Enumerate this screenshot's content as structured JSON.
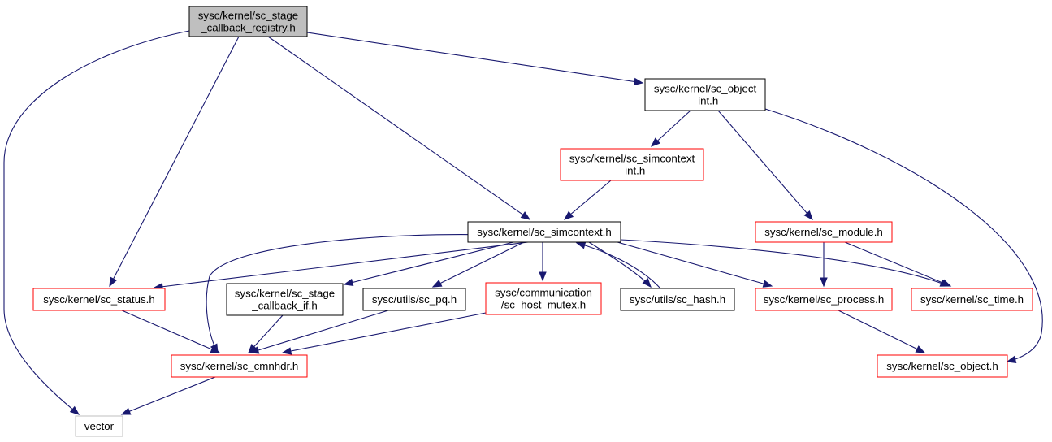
{
  "nodes": [
    {
      "id": "root",
      "lines": [
        "sysc/kernel/sc_stage",
        "_callback_registry.h"
      ],
      "style": "root"
    },
    {
      "id": "object_int",
      "lines": [
        "sysc/kernel/sc_object",
        "_int.h"
      ],
      "style": "black"
    },
    {
      "id": "simcontext_int",
      "lines": [
        "sysc/kernel/sc_simcontext",
        "_int.h"
      ],
      "style": "red"
    },
    {
      "id": "simcontext",
      "lines": [
        "sysc/kernel/sc_simcontext.h"
      ],
      "style": "black"
    },
    {
      "id": "module",
      "lines": [
        "sysc/kernel/sc_module.h"
      ],
      "style": "red"
    },
    {
      "id": "status",
      "lines": [
        "sysc/kernel/sc_status.h"
      ],
      "style": "red"
    },
    {
      "id": "callback_if",
      "lines": [
        "sysc/kernel/sc_stage",
        "_callback_if.h"
      ],
      "style": "black"
    },
    {
      "id": "pq",
      "lines": [
        "sysc/utils/sc_pq.h"
      ],
      "style": "black"
    },
    {
      "id": "host_mutex",
      "lines": [
        "sysc/communication",
        "/sc_host_mutex.h"
      ],
      "style": "red"
    },
    {
      "id": "hash",
      "lines": [
        "sysc/utils/sc_hash.h"
      ],
      "style": "black"
    },
    {
      "id": "process",
      "lines": [
        "sysc/kernel/sc_process.h"
      ],
      "style": "red"
    },
    {
      "id": "time",
      "lines": [
        "sysc/kernel/sc_time.h"
      ],
      "style": "red"
    },
    {
      "id": "cmnhdr",
      "lines": [
        "sysc/kernel/sc_cmnhdr.h"
      ],
      "style": "red"
    },
    {
      "id": "object",
      "lines": [
        "sysc/kernel/sc_object.h"
      ],
      "style": "red"
    },
    {
      "id": "vector",
      "lines": [
        "vector"
      ],
      "style": "gray"
    }
  ],
  "edges": [
    {
      "from": "root",
      "to": "vector"
    },
    {
      "from": "root",
      "to": "status"
    },
    {
      "from": "root",
      "to": "simcontext"
    },
    {
      "from": "root",
      "to": "object_int"
    },
    {
      "from": "object_int",
      "to": "simcontext_int"
    },
    {
      "from": "object_int",
      "to": "module"
    },
    {
      "from": "object_int",
      "to": "object"
    },
    {
      "from": "simcontext_int",
      "to": "simcontext"
    },
    {
      "from": "simcontext",
      "to": "status"
    },
    {
      "from": "simcontext",
      "to": "cmnhdr"
    },
    {
      "from": "simcontext",
      "to": "callback_if"
    },
    {
      "from": "simcontext",
      "to": "pq"
    },
    {
      "from": "simcontext",
      "to": "host_mutex"
    },
    {
      "from": "simcontext",
      "to": "hash"
    },
    {
      "from": "hash",
      "to": "simcontext"
    },
    {
      "from": "simcontext",
      "to": "process"
    },
    {
      "from": "simcontext",
      "to": "time"
    },
    {
      "from": "module",
      "to": "process"
    },
    {
      "from": "module",
      "to": "time"
    },
    {
      "from": "status",
      "to": "cmnhdr"
    },
    {
      "from": "callback_if",
      "to": "cmnhdr"
    },
    {
      "from": "pq",
      "to": "cmnhdr"
    },
    {
      "from": "host_mutex",
      "to": "cmnhdr"
    },
    {
      "from": "process",
      "to": "object"
    },
    {
      "from": "cmnhdr",
      "to": "vector"
    }
  ]
}
